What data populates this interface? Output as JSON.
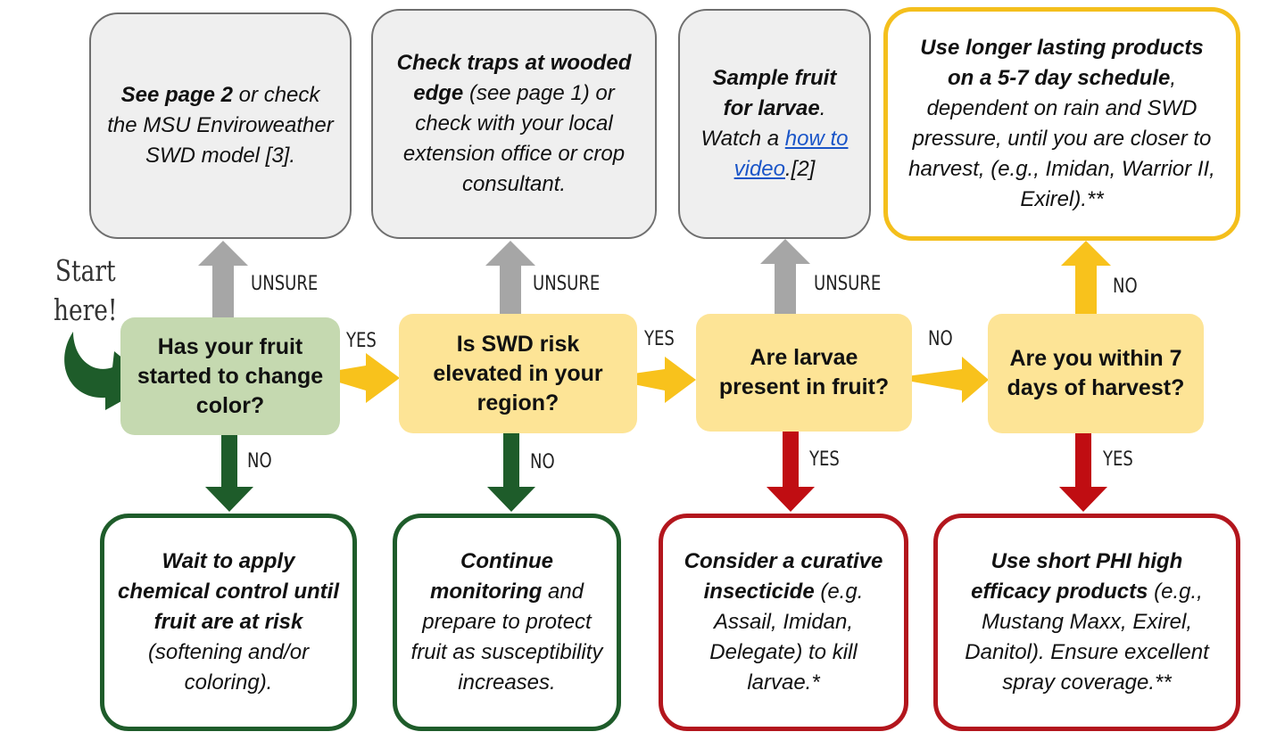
{
  "start_label": {
    "line1": "Start",
    "line2": "here!"
  },
  "info_boxes": [
    {
      "bold": "See page 2",
      "rest": " or check the MSU Enviroweather SWD model [3]."
    },
    {
      "bold": "Check traps at wooded edge",
      "rest": " (see page 1) or check with your local extension office or crop consultant."
    },
    {
      "bold": "Sample fruit for larvae",
      "rest": ". Watch a ",
      "link": "how to video",
      "after": ".[2]"
    },
    {
      "bold": "Use longer lasting products on a 5-7 day schedule",
      "rest": ", dependent on rain and SWD pressure, until you are closer to harvest, (e.g., Imidan, Warrior II, Exirel).**"
    }
  ],
  "decisions": [
    {
      "text": "Has your fruit started to change color?"
    },
    {
      "text": "Is SWD risk elevated in your region?"
    },
    {
      "text": "Are larvae present in fruit?"
    },
    {
      "text": "Are you within 7 days of harvest?"
    }
  ],
  "outcomes": [
    {
      "bold": "Wait to apply chemical control until fruit are at risk",
      "rest": " (softening and/or coloring)."
    },
    {
      "bold": "Continue monitoring",
      "rest": " and prepare to protect fruit as susceptibility increases."
    },
    {
      "bold": "Consider a curative insecticide",
      "rest": " (e.g. Assail, Imidan, Delegate) to kill larvae.*"
    },
    {
      "bold": "Use short PHI high efficacy products",
      "rest": " (e.g., Mustang Maxx, Exirel, Danitol). Ensure excellent spray coverage.**"
    }
  ],
  "arrow_labels": {
    "unsure_1": "UNSURE",
    "unsure_2": "UNSURE",
    "unsure_3": "UNSURE",
    "no_top": "NO",
    "yes_1": "YES",
    "yes_2": "YES",
    "no_mid": "NO",
    "no_1": "NO",
    "no_2": "NO",
    "yes_3": "YES",
    "yes_4": "YES"
  },
  "colors": {
    "gray_arrow": "#a6a6a6",
    "yellow_arrow": "#f8c21c",
    "green_arrow": "#1e5c2a",
    "red_arrow": "#c00d12",
    "curve_arrow": "#1e5c2a"
  }
}
